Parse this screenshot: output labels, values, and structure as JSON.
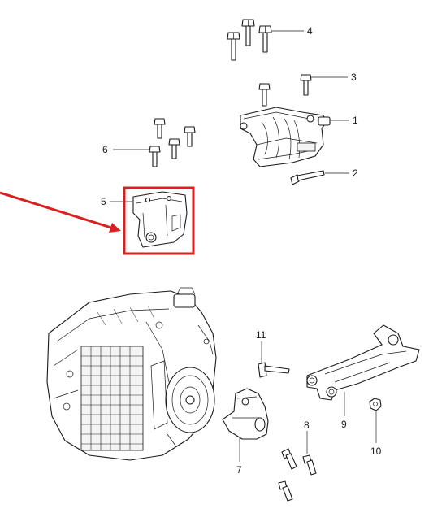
{
  "callouts": {
    "c1": "1",
    "c2": "2",
    "c3": "3",
    "c4": "4",
    "c5": "5",
    "c6": "6",
    "c7": "7",
    "c8": "8",
    "c9": "9",
    "c10": "10",
    "c11": "11"
  },
  "highlight": {
    "color": "#d9201f",
    "target_part": "5"
  },
  "icons": [
    "red-arrow-pointer",
    "highlight-box"
  ]
}
